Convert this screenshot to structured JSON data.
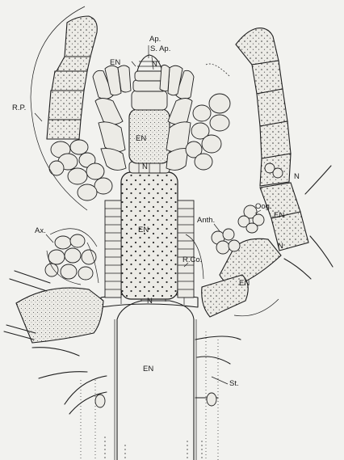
{
  "figure": {
    "labels": {
      "ap": "Ap.",
      "s_ap": "S. Ap.",
      "en_top": "EN",
      "n_top": "N",
      "en_small": "EN",
      "n_mid": "N",
      "en_large": "EN",
      "n_low": "N",
      "en_base": "EN",
      "rp": "R.P.",
      "ax": "Ax.",
      "rco": "R.Co.",
      "oog": "Oog.",
      "anth": "Anth.",
      "en_right1": "EN",
      "n_right1": "N",
      "n_right2": "N",
      "en_right2": "EN",
      "st": "St."
    }
  }
}
